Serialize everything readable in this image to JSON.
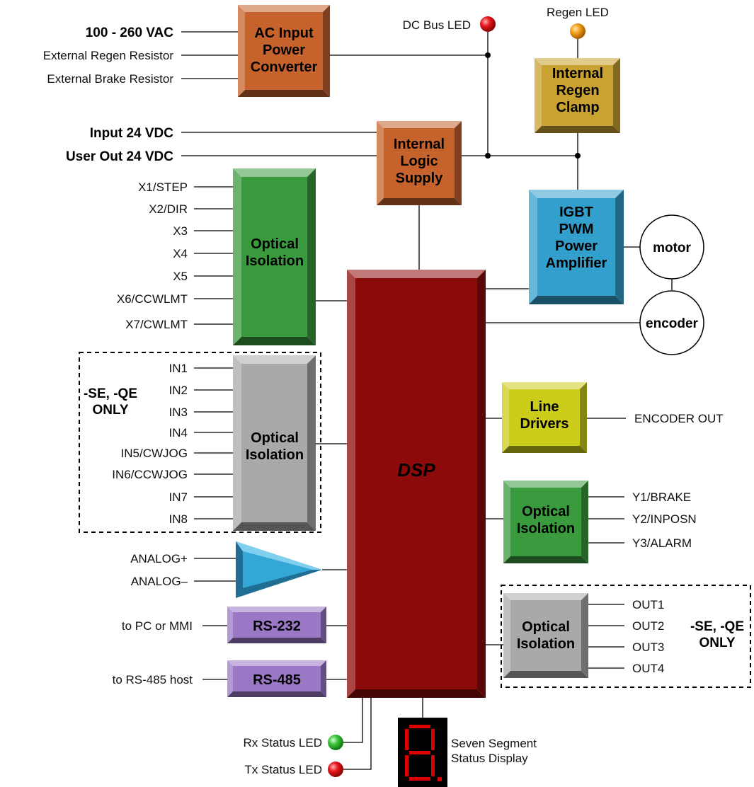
{
  "power_inputs": {
    "ac": "100 - 260 VAC",
    "regen_resistor": "External Regen Resistor",
    "brake_resistor": "External Brake Resistor",
    "input_24": "Input 24 VDC",
    "user_out_24": "User Out 24 VDC"
  },
  "leds": {
    "dc_bus": "DC Bus LED",
    "regen": "Regen LED",
    "rx": "Rx Status LED",
    "tx": "Tx Status LED"
  },
  "blocks": {
    "ac_converter": [
      "AC Input",
      "Power",
      "Converter"
    ],
    "regen_clamp": [
      "Internal",
      "Regen",
      "Clamp"
    ],
    "logic_supply": [
      "Internal",
      "Logic",
      "Supply"
    ],
    "optical_isolation": [
      "Optical",
      "Isolation"
    ],
    "igbt": [
      "IGBT",
      "PWM",
      "Power",
      "Amplifier"
    ],
    "line_drivers": [
      "Line",
      "Drivers"
    ],
    "dsp": "DSP",
    "rs232": "RS-232",
    "rs485": "RS-485"
  },
  "motor": "motor",
  "encoder": "encoder",
  "x_inputs": [
    "X1/STEP",
    "X2/DIR",
    "X3",
    "X4",
    "X5",
    "X6/CCWLMT",
    "X7/CWLMT"
  ],
  "in_inputs": [
    "IN1",
    "IN2",
    "IN3",
    "IN4",
    "IN5/CWJOG",
    "IN6/CCWJOG",
    "IN7",
    "IN8"
  ],
  "se_qe_note": [
    "-SE, -QE",
    "ONLY"
  ],
  "analog": [
    "ANALOG+",
    "ANALOG–"
  ],
  "comms": {
    "rs232_to": "to PC or MMI",
    "rs485_to": "to RS-485 host"
  },
  "encoder_out": "ENCODER OUT",
  "y_outputs": [
    "Y1/BRAKE",
    "Y2/INPOSN",
    "Y3/ALARM"
  ],
  "out_outputs": [
    "OUT1",
    "OUT2",
    "OUT3",
    "OUT4"
  ],
  "seven_segment": [
    "Seven Segment",
    "Status Display"
  ],
  "colors": {
    "ac_converter": "#c6622c",
    "regen_clamp": "#c9a232",
    "logic_supply": "#c6622c",
    "optical_green": "#3a9a3e",
    "optical_gray": "#a9a9a9",
    "igbt": "#339fcc",
    "line_drivers": "#cccc1a",
    "dsp": "#8c0a0a",
    "rs_boxes": "#9a78c6",
    "analog_triangle": "#33a8d6",
    "led_red": "#e8161c",
    "led_orange": "#f29a1a",
    "led_green": "#3bc43b"
  }
}
